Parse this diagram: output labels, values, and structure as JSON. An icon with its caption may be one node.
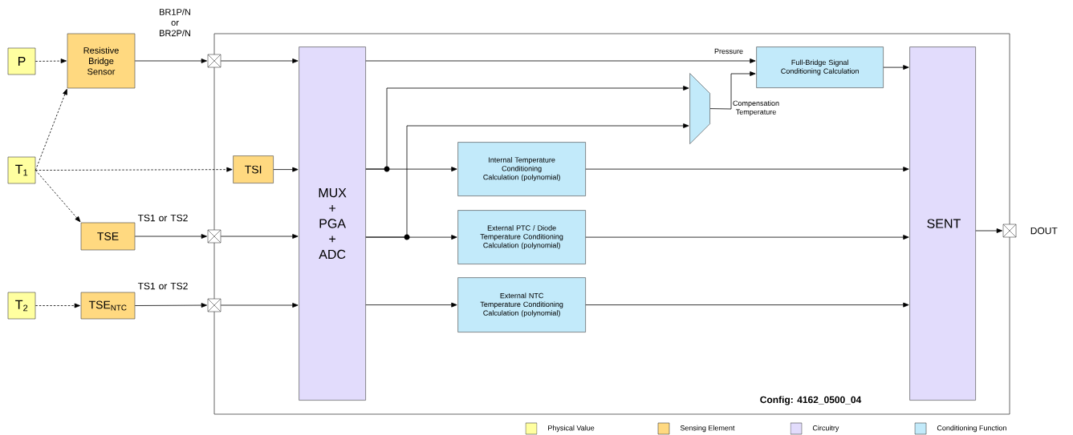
{
  "diagram": {
    "nodes": [
      {
        "text": [
          "Config: 4162_0500_04"
        ]
      },
      {
        "text": [
          "P"
        ]
      },
      {
        "text": [
          "Resistive Bridge Sensor"
        ]
      },
      {
        "text": [
          "T$_{1}$"
        ]
      },
      {
        "text": [
          "TSI"
        ],
        "in": 0
      },
      {
        "text": [
          "TSE"
        ]
      },
      {
        "text": [
          "T$_{2}$"
        ]
      },
      {
        "text": [
          "TSE$_{NTC}$"
        ]
      },
      {
        "text": [],
        "shape": "box"
      },
      {
        "text": [],
        "shape": "box"
      },
      {
        "text": [],
        "shape": "box"
      },
      {
        "text": [
          "MUX + PGA + ADC"
        ],
        "in": 0
      },
      {
        "text": [
          "Full-Bridge Signal Conditioning Calculation"
        ],
        "in": 0
      },
      {
        "text": [],
        "shape": "trapezoid",
        "in": 0
      },
      {
        "text": [
          "Internal Temperature Conditioning Calculation (polynomial)"
        ],
        "in": 0
      },
      {
        "text": [
          "External PTC / Diode Temperature Conditioning Calculation (polynomial)"
        ],
        "in": 0
      },
      {
        "text": [
          "External NTC Temperature Conditioning Calculation (polynomial)"
        ],
        "in": 0
      },
      {
        "text": [
          "SENT"
        ],
        "in": 0
      },
      {
        "text": [],
        "shape": "box",
        "beside": [
          "DOUT"
        ]
      }
    ],
    "edges": [
      {
        "from": 1,
        "to": 2,
        "arrow": "to",
        "style": "dashed"
      },
      {
        "from": 3,
        "to": 2,
        "arrow": "to",
        "style": "dashed"
      },
      {
        "from": 3,
        "to": 4,
        "arrow": "to",
        "style": "dashed"
      },
      {
        "from": 3,
        "to": 5,
        "arrow": "to",
        "style": "dashed"
      },
      {
        "from": 6,
        "to": 7,
        "arrow": "to",
        "style": "dashed"
      },
      {
        "from": 2,
        "to": 8,
        "arrow": "to",
        "label": "BR1P/N or BR2P/N"
      },
      {
        "from": 5,
        "to": 9,
        "arrow": "to",
        "label": "TS1 or TS2"
      },
      {
        "from": 7,
        "to": 10,
        "arrow": "to",
        "label": "TS1 or TS2"
      },
      {
        "from": 8,
        "to": 11,
        "arrow": "to"
      },
      {
        "from": 4,
        "to": 11,
        "arrow": "to"
      },
      {
        "from": 9,
        "to": 11,
        "arrow": "to"
      },
      {
        "from": 10,
        "to": 11,
        "arrow": "to"
      },
      {
        "from": 11,
        "to": 12,
        "arrow": "to",
        "label": "Pressure"
      },
      {
        "from": 11,
        "to": 14,
        "arrow": "to"
      },
      {
        "from": 11,
        "to": 13,
        "arrow": "to"
      },
      {
        "from": 11,
        "to": 15,
        "arrow": "to"
      },
      {
        "from": 11,
        "to": 13,
        "arrow": "to"
      },
      {
        "from": 11,
        "to": 16,
        "arrow": "to"
      },
      {
        "from": 13,
        "to": 12,
        "arrow": "to",
        "label": "Compensation Temperature"
      },
      {
        "from": 12,
        "to": 17,
        "arrow": "to"
      },
      {
        "from": 14,
        "to": 17,
        "arrow": "to"
      },
      {
        "from": 15,
        "to": 17,
        "arrow": "to"
      },
      {
        "from": 16,
        "to": 17,
        "arrow": "to"
      },
      {
        "from": 17,
        "to": 18,
        "arrow": "to"
      }
    ],
    "legend": [
      {
        "text": "Physical Value",
        "color": "#ffffa0"
      },
      {
        "text": "Sensing Element",
        "color": "#ffd980"
      },
      {
        "text": "Circuitry",
        "color": "#e2dcfc"
      },
      {
        "text": "Conditioning Function",
        "color": "#c2eafa"
      }
    ]
  }
}
